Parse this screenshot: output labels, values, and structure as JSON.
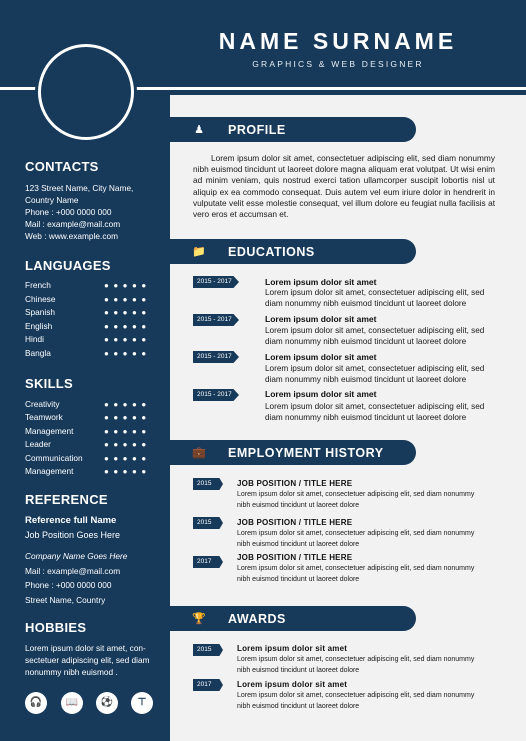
{
  "header": {
    "name": "NAME SURNAME",
    "job_title": "GRAPHICS & WEB DESIGNER"
  },
  "contacts": {
    "title": "CONTACTS",
    "address1": "123 Street Name, City Name,",
    "address2": "Country Name",
    "phone": "Phone : +000 0000 000",
    "mail": "Mail : example@mail.com",
    "web": "Web : www.example.com"
  },
  "languages": {
    "title": "LANGUAGES",
    "items": [
      {
        "label": "French",
        "dots": "●●●●●"
      },
      {
        "label": "Chinese",
        "dots": "●●●●●"
      },
      {
        "label": "Spanish",
        "dots": "●●●●●"
      },
      {
        "label": "English",
        "dots": "●●●●●"
      },
      {
        "label": "Hindi",
        "dots": "●●●●●"
      },
      {
        "label": "Bangla",
        "dots": "●●●●●"
      }
    ]
  },
  "skills": {
    "title": "SKILLS",
    "items": [
      {
        "label": "Creativity",
        "dots": "●●●●●"
      },
      {
        "label": "Teamwork",
        "dots": "●●●●●"
      },
      {
        "label": "Management",
        "dots": "●●●●●"
      },
      {
        "label": "Leader",
        "dots": "●●●●●"
      },
      {
        "label": "Communication",
        "dots": "●●●●●"
      },
      {
        "label": "Management",
        "dots": "●●●●●"
      }
    ]
  },
  "reference": {
    "title": "REFERENCE",
    "name": "Reference full Name",
    "position": "Job Position Goes Here",
    "company": "Company Name Goes Here",
    "mail": "Mail : example@mail.com",
    "phone": "Phone : +000 0000 000",
    "street": "Street Name, Country"
  },
  "hobbies": {
    "title": "HOBBIES",
    "line1": "Lorem ipsum dolor sit amet, con-",
    "line2": "sectetuer adipiscing elit, sed diam",
    "line3": "nonummy nibh euismod .",
    "icons": [
      "headphones-icon",
      "book-icon",
      "soccer-ball-icon",
      "dumbbell-icon"
    ]
  },
  "profile": {
    "title": "PROFILE",
    "text": "Lorem ipsum dolor sit amet, consectetuer adipiscing elit, sed diam nonummy nibh euismod tincidunt ut laoreet dolore magna aliquam erat volutpat. Ut wisi enim ad minim veniam, quis nostrud exerci tation ullamcorper suscipit lobortis nisl ut aliquip ex ea commodo consequat. Duis autem vel eum iriure dolor in hendrerit in vulputate velit esse molestie consequat, vel illum dolore eu feugiat nulla facilisis at vero eros et accumsan et."
  },
  "educations": {
    "title": "EDUCATIONS",
    "items": [
      {
        "years": "2015 - 2017",
        "title": "Lorem ipsum dolor sit amet",
        "line1": "Lorem ipsum dolor sit amet, consectetuer adipiscing elit, sed",
        "line2": "diam nonummy nibh euismod tincidunt ut laoreet dolore"
      },
      {
        "years": "2015 - 2017",
        "title": "Lorem ipsum dolor sit amet",
        "line1": "Lorem ipsum dolor sit amet, consectetuer adipiscing elit, sed",
        "line2": "diam nonummy nibh euismod tincidunt ut laoreet dolore"
      },
      {
        "years": "2015 - 2017",
        "title": "Lorem ipsum dolor sit amet",
        "line1": "Lorem ipsum dolor sit amet, consectetuer adipiscing elit, sed",
        "line2": "diam nonummy nibh euismod tincidunt ut laoreet dolore"
      },
      {
        "years": "2015 - 2017",
        "title": "Lorem ipsum dolor sit amet",
        "line1": "Lorem ipsum dolor sit amet, consectetuer adipiscing elit, sed",
        "line2": "diam nonummy nibh euismod tincidunt ut laoreet dolore"
      }
    ]
  },
  "employment": {
    "title": "EMPLOYMENT HISTORY",
    "items": [
      {
        "year": "2015",
        "title": "JOB POSITION / TITLE HERE",
        "line1": "Lorem ipsum dolor sit amet, consectetuer adipiscing elit, sed diam nonummy",
        "line2": "nibh euismod tincidunt ut laoreet dolore"
      },
      {
        "year": "2015",
        "title": "JOB POSITION / TITLE HERE",
        "line1": "Lorem ipsum dolor sit amet, consectetuer adipiscing elit, sed diam nonummy",
        "line2": "nibh euismod tincidunt ut laoreet dolore"
      },
      {
        "year": "2017",
        "title": "JOB POSITION / TITLE HERE",
        "line1": "Lorem ipsum dolor sit amet, consectetuer adipiscing elit, sed diam nonummy",
        "line2": "nibh euismod tincidunt ut laoreet dolore"
      }
    ]
  },
  "awards": {
    "title": "AWARDS",
    "items": [
      {
        "year": "2015",
        "title": "Lorem ipsum dolor sit amet",
        "line1": "Lorem ipsum dolor sit amet, consectetuer adipiscing elit, sed diam nonummy",
        "line2": "nibh euismod tincidunt ut laoreet dolore"
      },
      {
        "year": "2017",
        "title": "Lorem ipsum dolor sit amet",
        "line1": "Lorem ipsum dolor sit amet, consectetuer adipiscing elit, sed diam nonummy",
        "line2": "nibh euismod tincidunt ut laoreet dolore"
      }
    ]
  },
  "colors": {
    "navy": "#17395a",
    "background": "#f2f2f2"
  }
}
